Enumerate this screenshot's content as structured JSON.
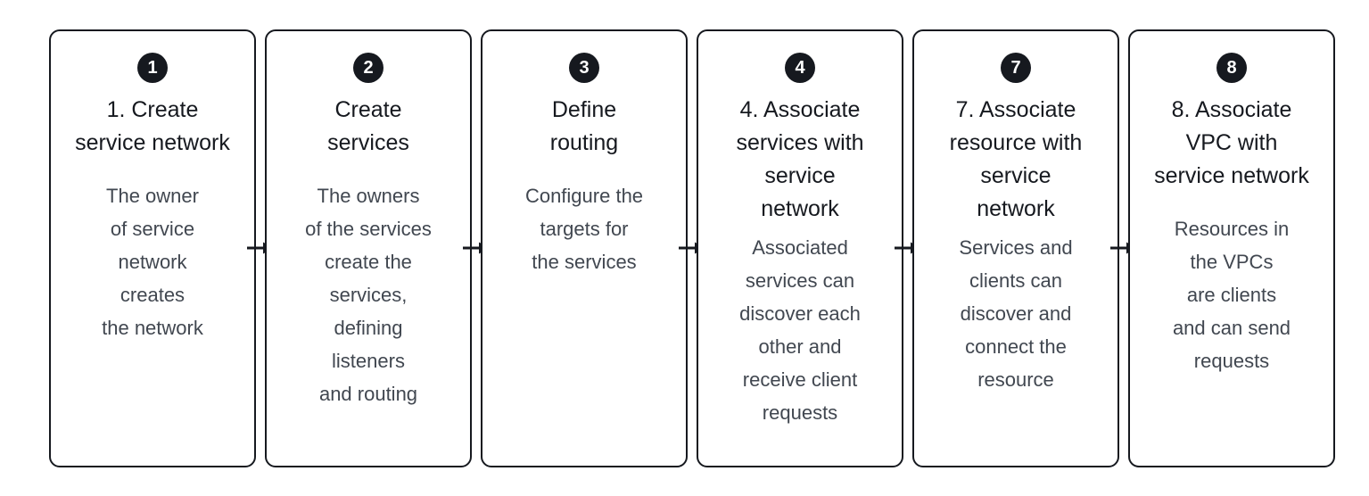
{
  "diagram": {
    "type": "flowchart",
    "orientation": "horizontal",
    "background_color": "#ffffff",
    "accent_color": "#16191f",
    "body_text_color": "#414750",
    "connector_icon": "arrow-right-icon",
    "steps": [
      {
        "badge": "1",
        "title": "1. Create\nservice network",
        "body": "The owner\nof service\nnetwork\ncreates\nthe network"
      },
      {
        "badge": "2",
        "title": "Create\nservices",
        "body": "The owners\nof the services\ncreate the\nservices,\ndefining\nlisteners\nand routing"
      },
      {
        "badge": "3",
        "title": "Define\nrouting",
        "body": "Configure the\ntargets for\nthe services"
      },
      {
        "badge": "4",
        "title": "4. Associate\nservices with\nservice\nnetwork",
        "body": "Associated\nservices can\ndiscover each\nother and\nreceive client\nrequests"
      },
      {
        "badge": "7",
        "title": "7. Associate\nresource with\nservice\nnetwork",
        "body": "Services and\nclients can\ndiscover and\nconnect the\nresource"
      },
      {
        "badge": "8",
        "title": "8. Associate\nVPC with\nservice network",
        "body": "Resources in\nthe VPCs\nare clients\nand can send\nrequests"
      }
    ]
  }
}
